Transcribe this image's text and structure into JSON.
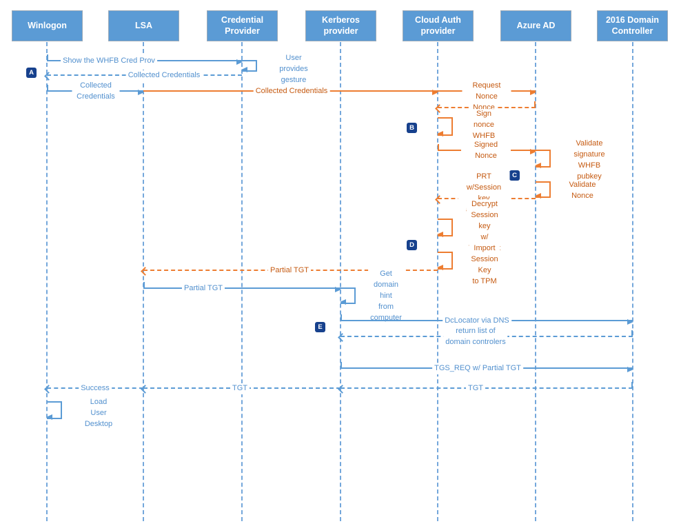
{
  "diagram": {
    "type": "sequence-diagram",
    "topic": "Windows Hello for Business hybrid key trust sign-in flow",
    "colors": {
      "actor_fill": "#5B9BD5",
      "blue_line": "#5B9BD5",
      "orange_line": "#ED7D31",
      "orange_text": "#C55A11",
      "badge_fill": "#17418D"
    },
    "actors": [
      {
        "label": "Winlogon"
      },
      {
        "label": "LSA"
      },
      {
        "label": "Credential\nProvider"
      },
      {
        "label": "Kerberos\nprovider"
      },
      {
        "label": "Cloud Auth\nprovider"
      },
      {
        "label": "Azure AD"
      },
      {
        "label": "2016 Domain\nController"
      }
    ],
    "steps": [
      {
        "label": "A"
      },
      {
        "label": "B"
      },
      {
        "label": "C"
      },
      {
        "label": "D"
      },
      {
        "label": "E"
      }
    ],
    "messages": [
      {
        "from": "Winlogon",
        "to": "Credential Provider",
        "style": "solid-blue",
        "label": "Show the WHFB Cred Prov"
      },
      {
        "from": "Credential Provider",
        "to": "Credential Provider",
        "style": "self-blue",
        "label": "User provides gesture"
      },
      {
        "from": "Credential Provider",
        "to": "Winlogon",
        "style": "dashed-blue",
        "label": "Collected Credentials"
      },
      {
        "from": "Winlogon",
        "to": "LSA",
        "style": "solid-blue",
        "label": "Collected Credentials"
      },
      {
        "from": "LSA",
        "to": "Cloud Auth provider",
        "style": "solid-orange",
        "label": "Collected Credentials"
      },
      {
        "from": "Cloud Auth provider",
        "to": "Azure AD",
        "style": "solid-orange",
        "label": "Request Nonce"
      },
      {
        "from": "Azure AD",
        "to": "Cloud Auth provider",
        "style": "dashed-orange",
        "label": "Nonce"
      },
      {
        "from": "Cloud Auth provider",
        "to": "Cloud Auth provider",
        "style": "self-orange",
        "label": "Sign nonce\nWHFB privkey"
      },
      {
        "from": "Cloud Auth provider",
        "to": "Azure AD",
        "style": "solid-orange",
        "label": "Signed Nonce"
      },
      {
        "from": "Azure AD",
        "to": "Azure AD",
        "style": "self-orange",
        "label": "Validate signature\nWHFB pubkey"
      },
      {
        "from": "Azure AD",
        "to": "Azure AD",
        "style": "self-orange",
        "label": "Validate Nonce"
      },
      {
        "from": "Azure AD",
        "to": "Cloud Auth provider",
        "style": "dashed-orange",
        "label": "PRT w/Session key\nand Partial TGT"
      },
      {
        "from": "Cloud Auth provider",
        "to": "Cloud Auth provider",
        "style": "self-orange",
        "label": "Decrypt Session key\nw/ Transport key"
      },
      {
        "from": "Cloud Auth provider",
        "to": "Cloud Auth provider",
        "style": "self-orange",
        "label": "Import Session Key\nto TPM"
      },
      {
        "from": "Cloud Auth provider",
        "to": "LSA",
        "style": "dashed-orange",
        "label": "Partial TGT"
      },
      {
        "from": "LSA",
        "to": "Kerberos provider",
        "style": "solid-blue",
        "label": "Partial TGT"
      },
      {
        "from": "Kerberos provider",
        "to": "Kerberos provider",
        "style": "self-blue",
        "label": "Get domain hint\nfrom computer"
      },
      {
        "from": "Kerberos provider",
        "to": "2016 Domain Controller",
        "style": "solid-blue",
        "label": "DcLocator via DNS"
      },
      {
        "from": "2016 Domain Controller",
        "to": "Kerberos provider",
        "style": "dashed-blue",
        "label": "return list of\ndomain controlers"
      },
      {
        "from": "Kerberos provider",
        "to": "2016 Domain Controller",
        "style": "solid-blue",
        "label": "TGS_REQ w/ Partial TGT"
      },
      {
        "from": "2016 Domain Controller",
        "to": "Kerberos provider",
        "style": "dashed-blue",
        "label": "TGT"
      },
      {
        "from": "Kerberos provider",
        "to": "LSA",
        "style": "dashed-blue",
        "label": "TGT"
      },
      {
        "from": "LSA",
        "to": "Winlogon",
        "style": "dashed-blue",
        "label": "Success"
      },
      {
        "from": "Winlogon",
        "to": "Winlogon",
        "style": "self-blue",
        "label": "Load User Desktop"
      }
    ]
  }
}
